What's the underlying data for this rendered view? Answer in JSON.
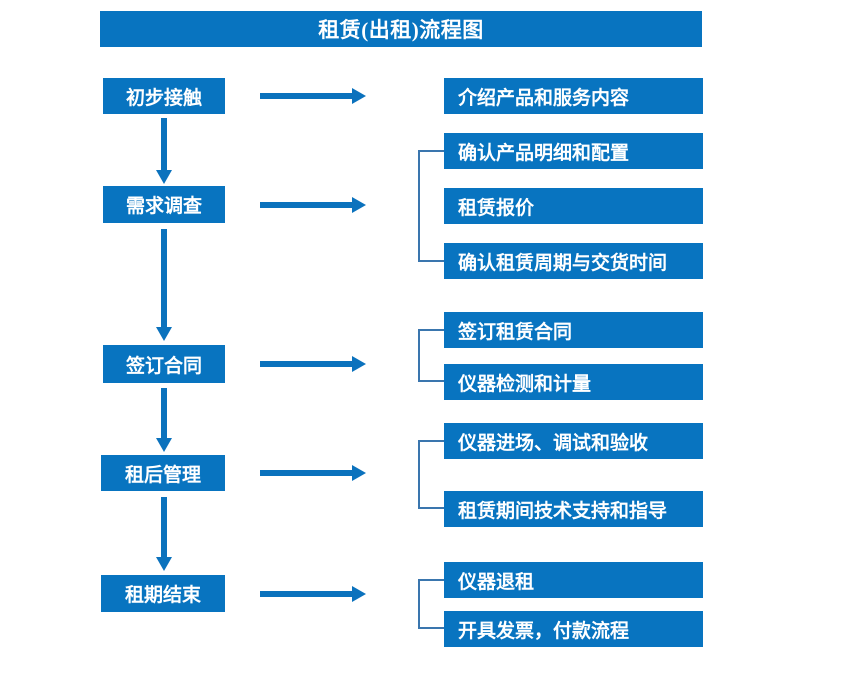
{
  "title": "租赁(出租)流程图",
  "colors": {
    "box_fill": "#0874c0",
    "box_text": "#ffffff",
    "arrow": "#0b72bd",
    "bracket": "#3a76ae",
    "background": "#ffffff"
  },
  "stages": [
    {
      "id": "stage-1",
      "label": "初步接触"
    },
    {
      "id": "stage-2",
      "label": "需求调查"
    },
    {
      "id": "stage-3",
      "label": "签订合同"
    },
    {
      "id": "stage-4",
      "label": "租后管理"
    },
    {
      "id": "stage-5",
      "label": "租期结束"
    }
  ],
  "details": [
    {
      "id": "detail-1",
      "label": "介绍产品和服务内容"
    },
    {
      "id": "detail-2",
      "label": "确认产品明细和配置"
    },
    {
      "id": "detail-3",
      "label": "租赁报价"
    },
    {
      "id": "detail-4",
      "label": "确认租赁周期与交货时间"
    },
    {
      "id": "detail-5",
      "label": "签订租赁合同"
    },
    {
      "id": "detail-6",
      "label": "仪器检测和计量"
    },
    {
      "id": "detail-7",
      "label": "仪器进场、调试和验收"
    },
    {
      "id": "detail-8",
      "label": "租赁期间技术支持和指导"
    },
    {
      "id": "detail-9",
      "label": "仪器退租"
    },
    {
      "id": "detail-10",
      "label": "开具发票，付款流程"
    }
  ],
  "connectors": {
    "horizontal_arrows": 5,
    "vertical_arrows": 4,
    "brackets": 4
  }
}
